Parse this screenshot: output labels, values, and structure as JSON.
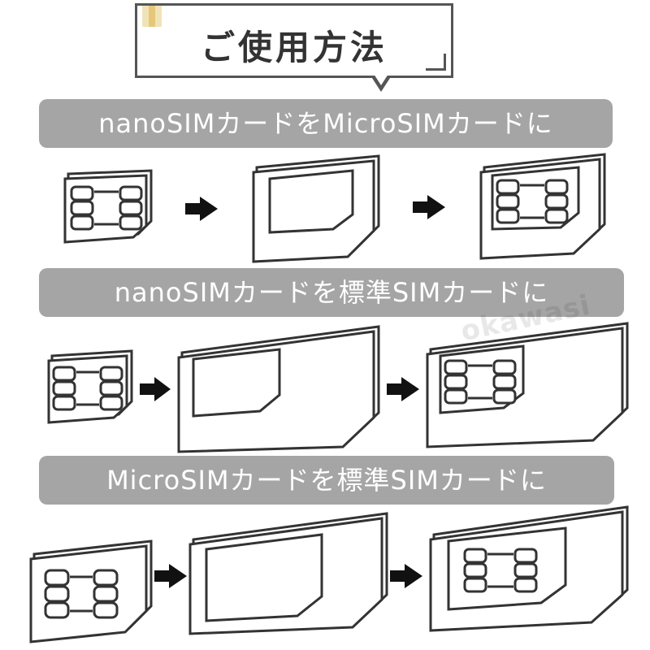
{
  "title": "ご使用方法",
  "rows": [
    {
      "label": "nanoSIMカードをMicroSIMカードに"
    },
    {
      "label": "nanoSIMカードを標準SIMカードに"
    },
    {
      "label": "MicroSIMカードを標準SIMカードに"
    }
  ],
  "watermark": "okawasi",
  "icons": {
    "arrow": "right-arrow-icon",
    "sim": "sim-card-icon",
    "adapter": "sim-adapter-icon",
    "chip": "sim-chip-icon"
  },
  "colors": {
    "banner": "#a5a5a5",
    "line": "#333333",
    "arrow": "#111111"
  }
}
